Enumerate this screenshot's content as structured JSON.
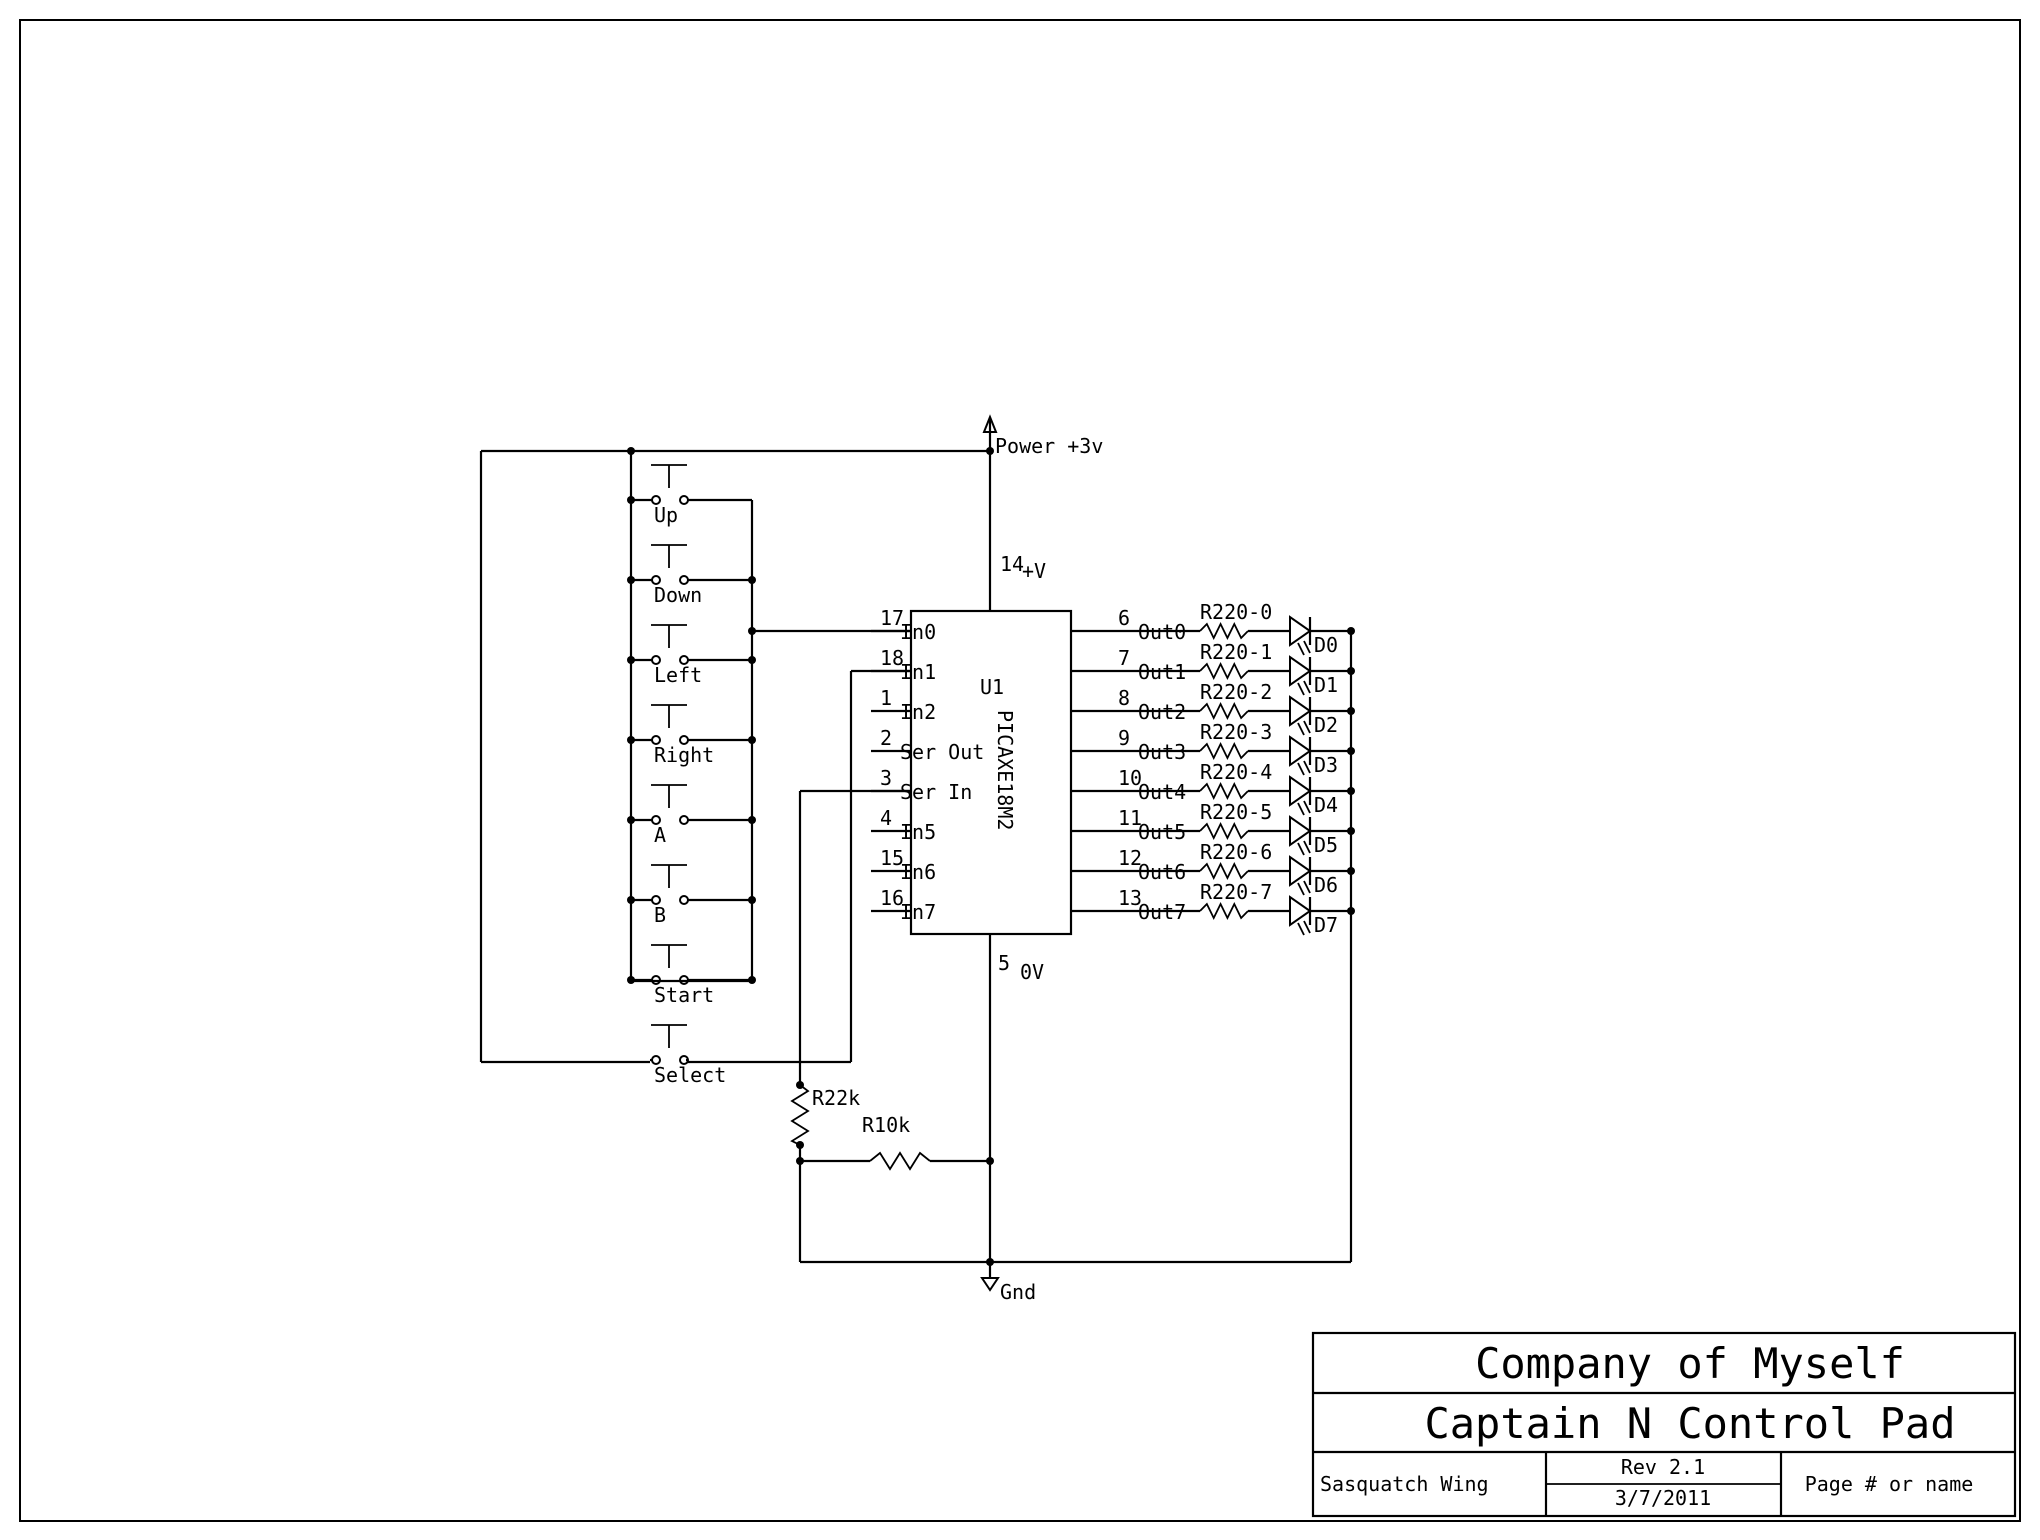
{
  "power": {
    "label": "Power +3v"
  },
  "ground": {
    "label": "Gnd"
  },
  "chip": {
    "ref": "U1",
    "part": "PICAXE18M2",
    "vplus_pin": "14",
    "vplus_label": "+V",
    "gnd_pin": "5",
    "gnd_label": "0V",
    "left_pins": [
      {
        "num": "17",
        "name": "In0"
      },
      {
        "num": "18",
        "name": "In1"
      },
      {
        "num": "1",
        "name": "In2"
      },
      {
        "num": "2",
        "name": "Ser Out"
      },
      {
        "num": "3",
        "name": "Ser In"
      },
      {
        "num": "4",
        "name": "In5"
      },
      {
        "num": "15",
        "name": "In6"
      },
      {
        "num": "16",
        "name": "In7"
      }
    ],
    "right_pins": [
      {
        "num": "6",
        "name": "Out0"
      },
      {
        "num": "7",
        "name": "Out1"
      },
      {
        "num": "8",
        "name": "Out2"
      },
      {
        "num": "9",
        "name": "Out3"
      },
      {
        "num": "10",
        "name": "Out4"
      },
      {
        "num": "11",
        "name": "Out5"
      },
      {
        "num": "12",
        "name": "Out6"
      },
      {
        "num": "13",
        "name": "Out7"
      }
    ]
  },
  "buttons": [
    "Up",
    "Down",
    "Left",
    "Right",
    "A",
    "B",
    "Start",
    "Select"
  ],
  "resistors": [
    "R220-0",
    "R220-1",
    "R220-2",
    "R220-3",
    "R220-4",
    "R220-5",
    "R220-6",
    "R220-7"
  ],
  "leds": [
    "D0",
    "D1",
    "D2",
    "D3",
    "D4",
    "D5",
    "D6",
    "D7"
  ],
  "r22k": {
    "label": "R22k"
  },
  "r10k": {
    "label": "R10k"
  },
  "title_block": {
    "company": "Company of Myself",
    "title": "Captain N Control Pad",
    "author": "Sasquatch Wing",
    "rev": "Rev 2.1",
    "date": "3/7/2011",
    "page": "Page # or name"
  }
}
